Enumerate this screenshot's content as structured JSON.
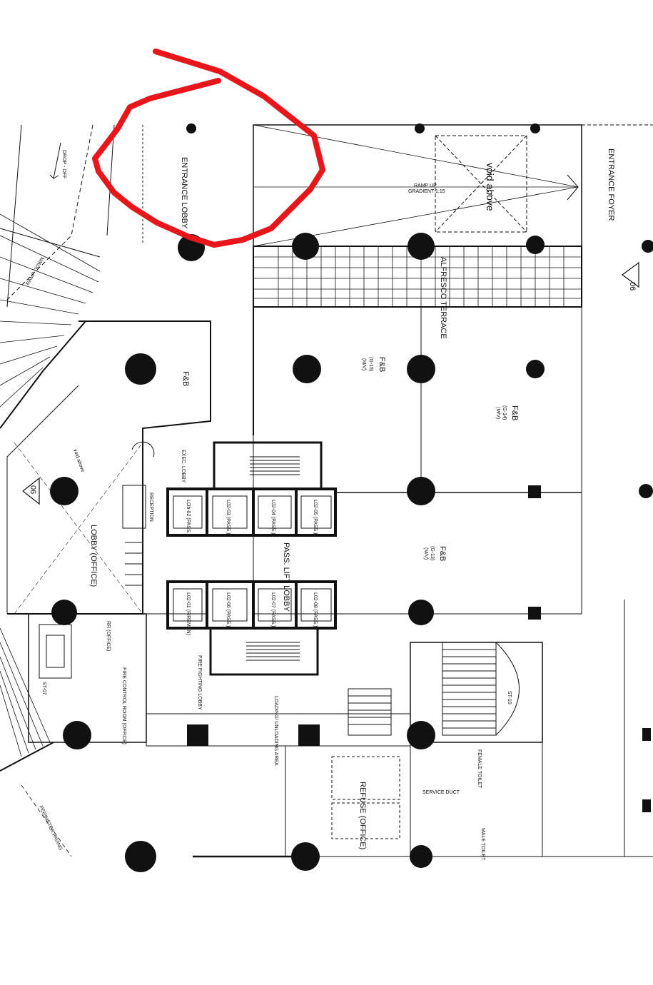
{
  "drawing": {
    "labels": {
      "entrance_lobby": "ENTRANCE LOBBY",
      "entrance_foyer": "ENTRANCE FOYER",
      "void_above": "void above",
      "ramp_up": "RAMP UP",
      "gradient": "GRADIENT 1:15",
      "drop_off": "DROP - OFF",
      "ramp_down": "RAMP DOWN",
      "alfresco_terrace": "ALFRESCO TERRACE",
      "fb_main": "F&B",
      "fb_g15": "F&B",
      "fb_g15_code": "(G-15)",
      "fb_g15_use": "(M/V)",
      "fb_g14": "F&B",
      "fb_g14_code": "(G-14)",
      "fb_g14_use": "(M/V)",
      "fb_g13": "F&B",
      "fb_g13_code": "(G-13)",
      "fb_g13_use": "(M/V)",
      "exec_lobby": "EXEC. LOBBY",
      "reception": "RECEPTION",
      "lobby_office": "LOBBY (OFFICE)",
      "pass_lift_lobby": "PASS. LIFT LOBBY",
      "fire_fighting_lobby": "FIRE FIGHTING LOBBY",
      "loading_area": "LOADING/ UNLOADING AREA",
      "refuse_office": "REFUSE (OFFICE)",
      "fire_control_room": "FIRE CONTROL ROOM (OFFICE)",
      "rr_office": "RR (OFFICE)",
      "service_duct": "SERVICE DUCT",
      "female_toilet": "FEMALE TOILET",
      "male_toilet": "MALE TOILET",
      "stair_10": "ST-10",
      "stair_07": "ST-07",
      "void_above_2": "void above",
      "perimeter_paving": "PERIMETER PAVING",
      "section_mark_06": "06",
      "section_mark_06b": "06"
    },
    "lifts": [
      "L02-03 (PASS.)",
      "L02-04 (PASS.)",
      "L02-05 (PASS.)",
      "L02-06 (PASS.)",
      "L02-07 (PASS.)",
      "L02-08 (PASS.)",
      "LOb-02 (PASS.)",
      "L02-01 (FIREMAN)"
    ],
    "markup_color": "#e8161b",
    "line_color": "#111111"
  }
}
